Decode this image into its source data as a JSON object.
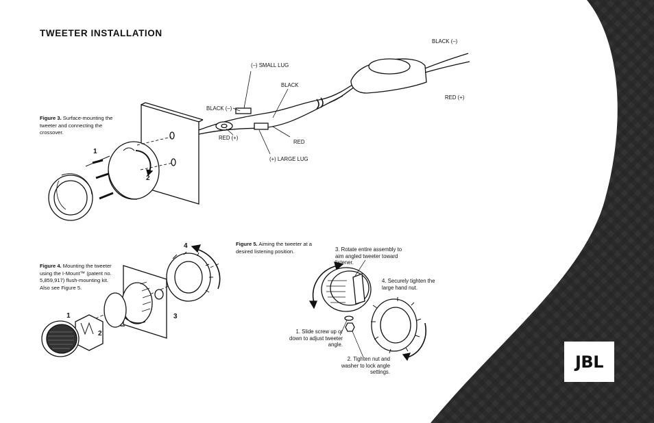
{
  "page": {
    "title": "TWEETER INSTALLATION"
  },
  "figure3": {
    "figure_label": "Figure 3.",
    "caption": "Surface-mounting the tweeter and connecting the crossover.",
    "labels": {
      "black_minus_right": "BLACK (–)",
      "red_plus_right": "RED (+)",
      "small_lug": "(–) SMALL LUG",
      "black": "BLACK",
      "black_minus_left": "BLACK (–)",
      "red_plus_left": "RED (+)",
      "red": "RED",
      "large_lug": "(+) LARGE LUG"
    },
    "steps": [
      "1",
      "2"
    ]
  },
  "figure4": {
    "figure_label": "Figure 4.",
    "caption": "Mounting the tweeter using the I-Mount™ (patent no. 5,859,917) flush-mounting kit. Also see Figure 5.",
    "steps": [
      "1",
      "2",
      "3",
      "4"
    ]
  },
  "figure5": {
    "figure_label": "Figure 5.",
    "caption": "Aiming the tweeter at a desired listening position.",
    "step1": "1. Slide screw up or down to adjust tweeter angle.",
    "step2": "2. Tighten nut and washer to lock angle settings.",
    "step3": "3. Rotate entire assembly to aim angled tweeter toward listener.",
    "step4": "4. Securely tighten the large hand nut."
  },
  "brand": {
    "logo_text": "JBL",
    "corner_color": "#2b2b2b",
    "ink_color": "#111111"
  }
}
